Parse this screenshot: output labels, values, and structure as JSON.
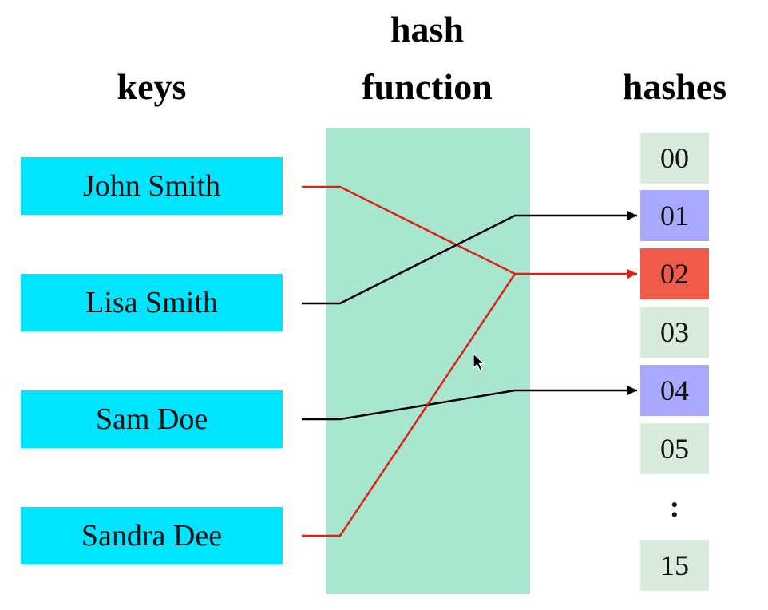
{
  "headings": {
    "keys": "keys",
    "hash_function_line1": "hash",
    "hash_function_line2": "function",
    "hashes": "hashes"
  },
  "keys": [
    "John Smith",
    "Lisa Smith",
    "Sam Doe",
    "Sandra Dee"
  ],
  "buckets": [
    "00",
    "01",
    "02",
    "03",
    "04",
    "05",
    "15"
  ],
  "ellipsis": ":",
  "mappings": [
    {
      "key": "John Smith",
      "bucket": "02",
      "color": "#dd2211"
    },
    {
      "key": "Lisa Smith",
      "bucket": "01",
      "color": "#000000"
    },
    {
      "key": "Sam Doe",
      "bucket": "04",
      "color": "#000000"
    },
    {
      "key": "Sandra Dee",
      "bucket": "02",
      "color": "#dd2211"
    }
  ],
  "colors": {
    "key_fill": "#00e5ff",
    "hash_function_fill": "#a8e6cf",
    "bucket_default": "#d9ebdd",
    "bucket_single": "#a9a9ff",
    "bucket_collision": "#f05a48",
    "collision_line": "#dd2211",
    "normal_line": "#000000"
  }
}
